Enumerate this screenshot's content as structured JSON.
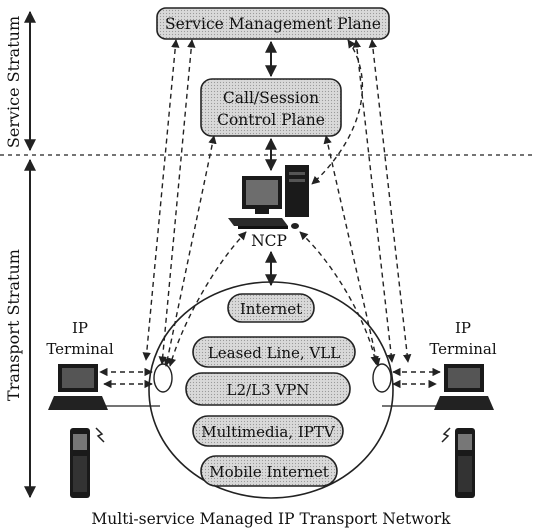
{
  "strata": {
    "service": "Service Stratum",
    "transport": "Transport Stratum"
  },
  "planes": {
    "service_management": "Service Management Plane",
    "call_session_line1": "Call/Session",
    "call_session_line2": "Control Plane"
  },
  "ncp": "NCP",
  "network": {
    "services": [
      "Internet",
      "Leased Line, VLL",
      "L2/L3 VPN",
      "Multimedia, IPTV",
      "Mobile Internet"
    ],
    "caption": "Multi-service Managed IP Transport Network"
  },
  "terminals": {
    "left_line1": "IP",
    "left_line2": "Terminal",
    "right_line1": "IP",
    "right_line2": "Terminal"
  }
}
